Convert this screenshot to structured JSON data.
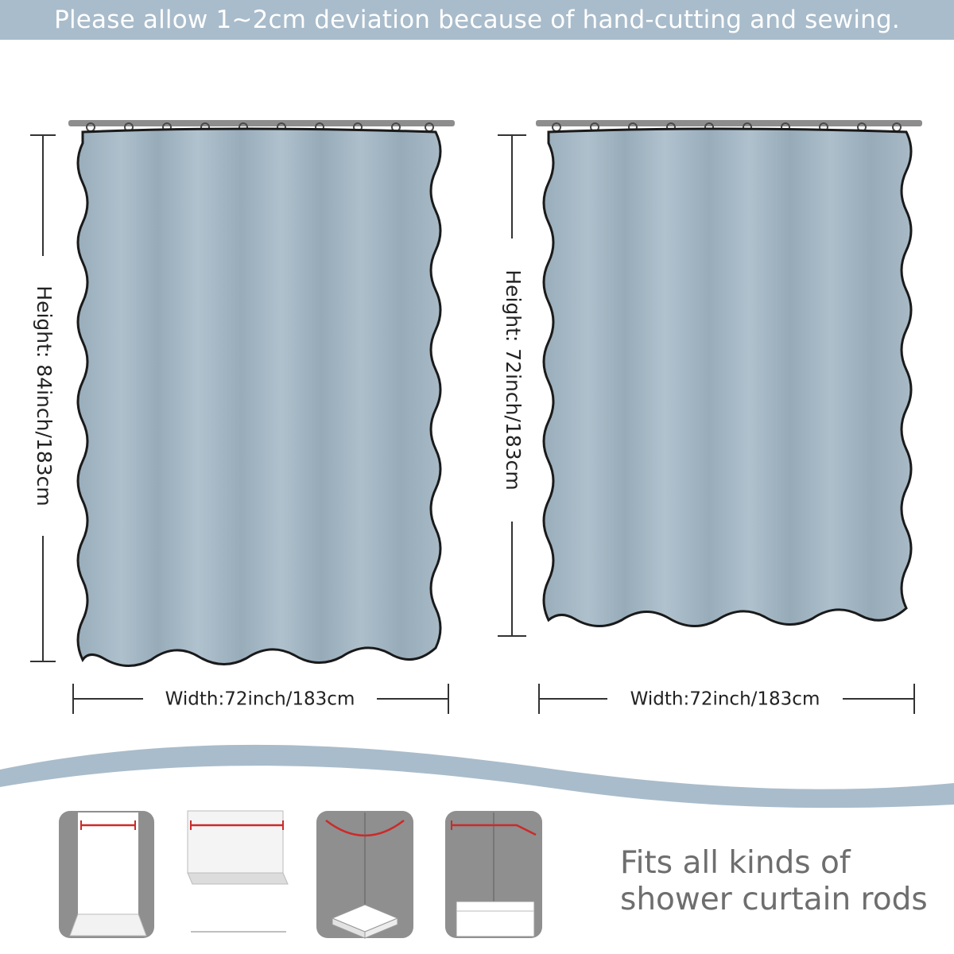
{
  "banner": {
    "text": "Please allow 1~2cm deviation because of hand-cutting and sewing.",
    "background": "#a9bccb"
  },
  "curtains": [
    {
      "height_label": "Height: 84inch/183cm",
      "width_label": "Width:72inch/183cm"
    },
    {
      "height_label": "Height: 72inch/183cm",
      "width_label": "Width:72inch/183cm"
    }
  ],
  "tagline": {
    "line1": "Fits all kinds of",
    "line2": "shower curtain rods"
  },
  "colors": {
    "curtain": "#a3b6c3",
    "edge": "#1a1a1a",
    "rod": "#8d8d8d",
    "rod_highlight": "#cc2a2a",
    "wave": "#a9bccb"
  }
}
